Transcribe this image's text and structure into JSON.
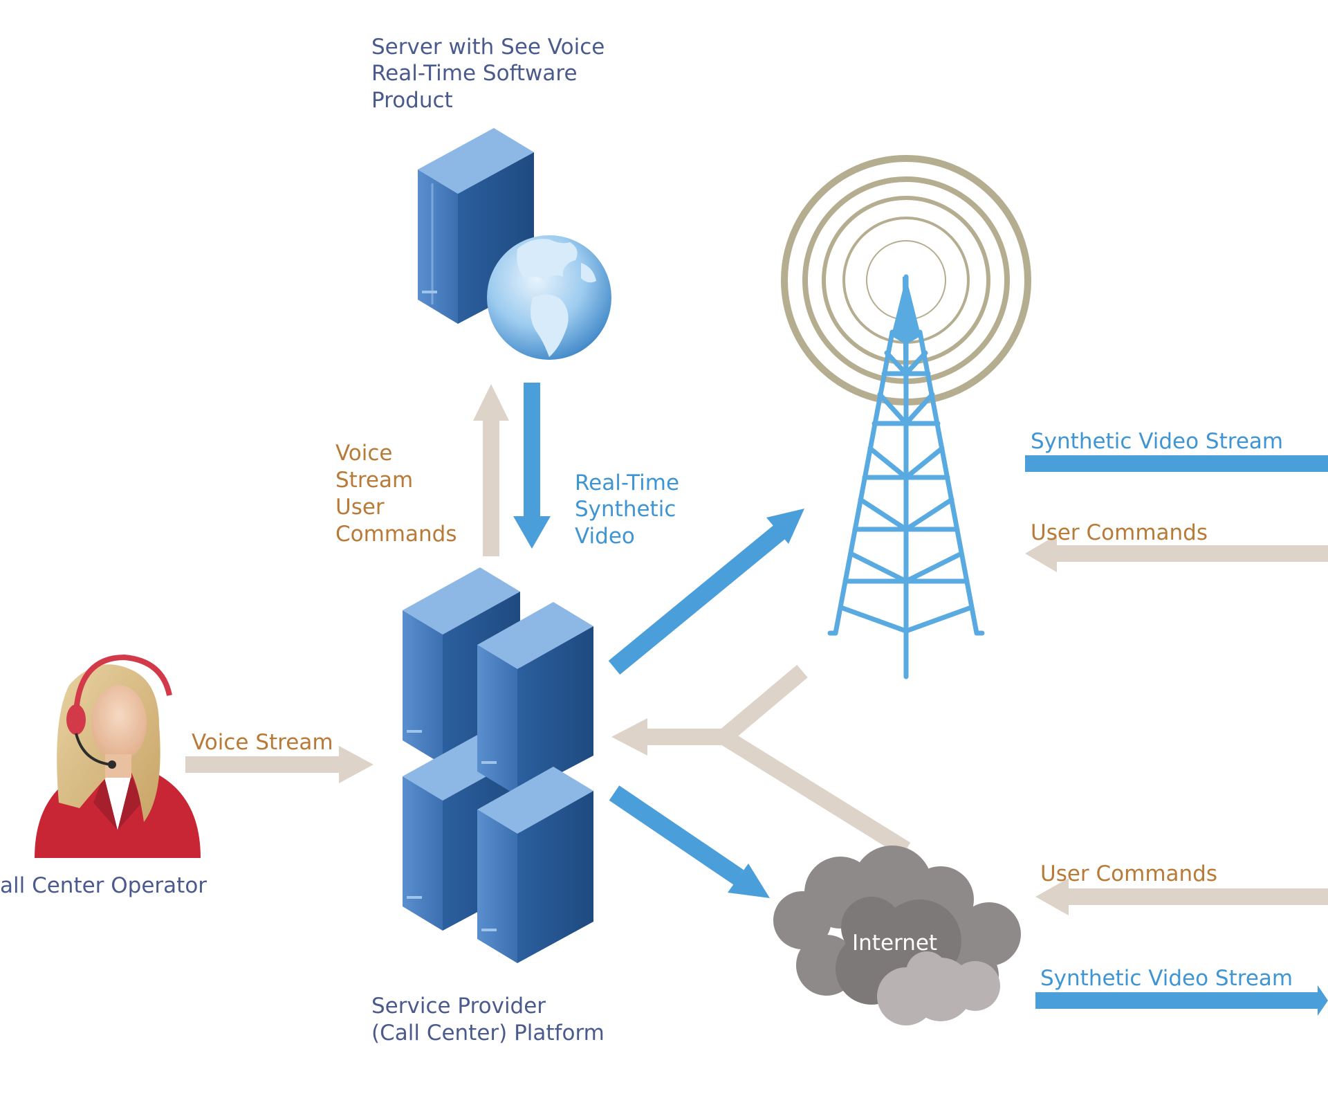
{
  "nodes": {
    "server": [
      "Server with See Voice",
      "Real-Time Software",
      "Product"
    ],
    "platform": [
      "Service Provider",
      "(Call Center) Platform"
    ],
    "operator": "all Center Operator",
    "internet": "Internet"
  },
  "flows": {
    "voice_user_commands": [
      "Voice",
      "Stream",
      "User",
      "Commands"
    ],
    "realtime_video": [
      "Real-Time",
      "Synthetic",
      "Video"
    ],
    "voice_stream": "Voice Stream",
    "tower_video": "Synthetic Video Stream",
    "tower_commands": "User Commands",
    "internet_commands": "User Commands",
    "internet_video": "Synthetic Video Stream"
  },
  "colors": {
    "label_dark": "#4a5a8c",
    "label_brown": "#b87a36",
    "arrow_blue": "#4a9fdb",
    "arrow_beige": "#ddd3c8",
    "server_blue": "#3d74b8",
    "ring_khaki": "#b5ad8f",
    "cloud_gray": "#8f8a8a",
    "headset_red": "#d23a4a"
  },
  "icons": [
    "server-icon",
    "globe-icon",
    "cell-tower-icon",
    "cloud-icon",
    "operator-icon"
  ]
}
